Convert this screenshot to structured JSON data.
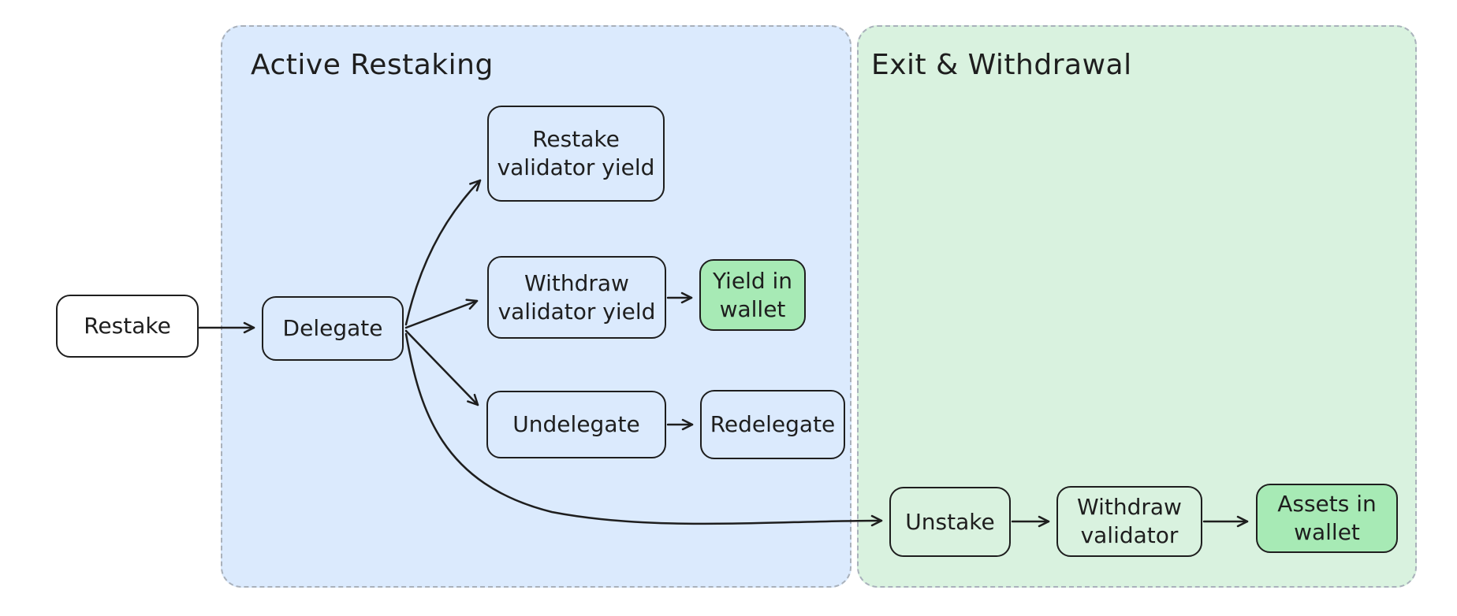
{
  "diagram": {
    "background": "#ffffff",
    "stroke_color": "#1e1e1e",
    "container_border_color": "#a9b1bb",
    "containers": {
      "active_restaking": {
        "title": "Active Restaking",
        "fill": "#dbeafd"
      },
      "exit_withdrawal": {
        "title": "Exit & Withdrawal",
        "fill": "#d9f2df"
      }
    },
    "nodes": {
      "restake": {
        "label": "Restake",
        "fill": "#ffffff"
      },
      "delegate": {
        "label": "Delegate",
        "fill": "#dbeafd"
      },
      "restake_validator_yield": {
        "lines": [
          "Restake",
          "validator yield"
        ],
        "fill": "#dbeafd"
      },
      "withdraw_validator_yield": {
        "lines": [
          "Withdraw",
          "validator yield"
        ],
        "fill": "#dbeafd"
      },
      "yield_in_wallet": {
        "lines": [
          "Yield in",
          "wallet"
        ],
        "fill": "#a7eab5"
      },
      "undelegate": {
        "label": "Undelegate",
        "fill": "#dbeafd"
      },
      "redelegate": {
        "label": "Redelegate",
        "fill": "#dbeafd"
      },
      "unstake": {
        "label": "Unstake",
        "fill": "#d9f2df"
      },
      "withdraw_validator": {
        "lines": [
          "Withdraw",
          "validator"
        ],
        "fill": "#d9f2df"
      },
      "assets_in_wallet": {
        "lines": [
          "Assets in",
          "wallet"
        ],
        "fill": "#a7eab5"
      }
    },
    "edges": [
      {
        "from": "Restake",
        "to": "Delegate"
      },
      {
        "from": "Delegate",
        "to": "Restake validator yield"
      },
      {
        "from": "Delegate",
        "to": "Withdraw validator yield"
      },
      {
        "from": "Delegate",
        "to": "Undelegate"
      },
      {
        "from": "Delegate",
        "to": "Unstake"
      },
      {
        "from": "Withdraw validator yield",
        "to": "Yield in wallet"
      },
      {
        "from": "Undelegate",
        "to": "Redelegate"
      },
      {
        "from": "Unstake",
        "to": "Withdraw validator"
      },
      {
        "from": "Withdraw validator",
        "to": "Assets in wallet"
      }
    ]
  }
}
